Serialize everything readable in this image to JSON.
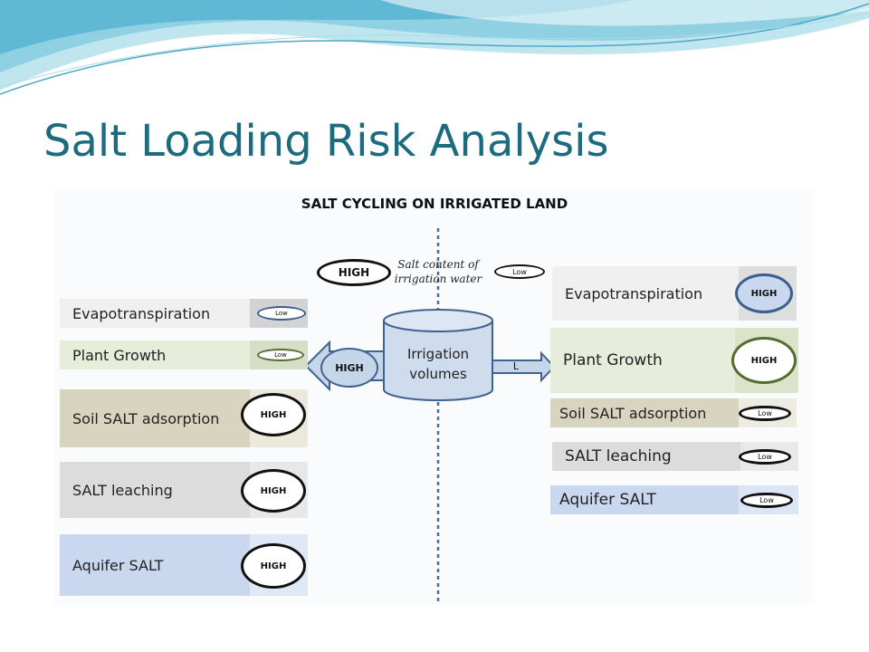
{
  "slide": {
    "title": "Salt Loading Risk Analysis"
  },
  "diagram": {
    "title": "SALT CYCLING ON IRRIGATED LAND",
    "center": {
      "salt_high": "HIGH",
      "salt_caption_line1": "Salt content of",
      "salt_caption_line2": "irrigation water",
      "salt_low": "Low",
      "tank_line1": "Irrigation",
      "tank_line2": "volumes",
      "left_arrow_label": "HIGH",
      "right_arrow_label": "L"
    },
    "left": {
      "evap": {
        "label": "Evapotranspiration",
        "level": "Low"
      },
      "plant": {
        "label": "Plant Growth",
        "level": "Low"
      },
      "soil": {
        "label": "Soil SALT adsorption",
        "level": "HIGH"
      },
      "leach": {
        "label": "SALT leaching",
        "level": "HIGH"
      },
      "aquifer": {
        "label": "Aquifer SALT",
        "level": "HIGH"
      }
    },
    "right": {
      "evap": {
        "label": "Evapotranspiration",
        "level": "HIGH"
      },
      "plant": {
        "label": "Plant Growth",
        "level": "HIGH"
      },
      "soil": {
        "label": "Soil SALT adsorption",
        "level": "Low"
      },
      "leach": {
        "label": "SALT leaching",
        "level": "Low"
      },
      "aquifer": {
        "label": "Aquifer SALT",
        "level": "Low"
      }
    }
  },
  "colors": {
    "title": "#1d6b7f",
    "evap_fill": "#f0f0f0",
    "plant_fill": "#e6eddb",
    "soil_fill": "#d9d4bf",
    "leach_fill": "#dcdcdc",
    "aquifer_fill": "#c9d8ee",
    "blue_ring": "#3b5f8c",
    "green_ring": "#566b2f",
    "arrow_fill": "#c6d6ea",
    "arrow_stroke": "#3f628f"
  }
}
